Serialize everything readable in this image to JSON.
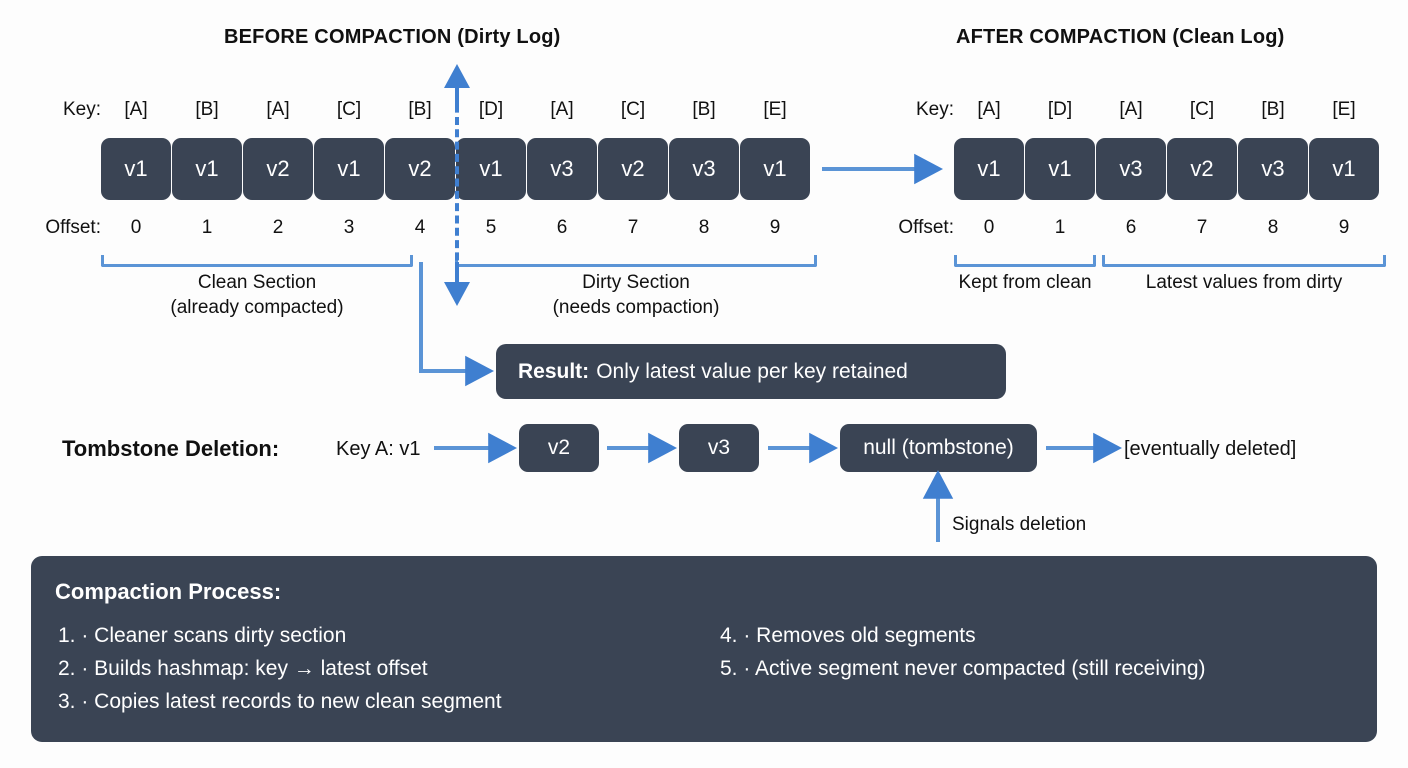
{
  "before": {
    "title": "BEFORE COMPACTION (Dirty Log)",
    "key_label": "Key:",
    "offset_label": "Offset:",
    "records": [
      {
        "key": "[A]",
        "value": "v1",
        "offset": "0"
      },
      {
        "key": "[B]",
        "value": "v1",
        "offset": "1"
      },
      {
        "key": "[A]",
        "value": "v2",
        "offset": "2"
      },
      {
        "key": "[C]",
        "value": "v1",
        "offset": "3"
      },
      {
        "key": "[B]",
        "value": "v2",
        "offset": "4"
      },
      {
        "key": "[D]",
        "value": "v1",
        "offset": "5"
      },
      {
        "key": "[A]",
        "value": "v3",
        "offset": "6"
      },
      {
        "key": "[C]",
        "value": "v2",
        "offset": "7"
      },
      {
        "key": "[B]",
        "value": "v3",
        "offset": "8"
      },
      {
        "key": "[E]",
        "value": "v1",
        "offset": "9"
      }
    ],
    "clean_caption_line1": "Clean Section",
    "clean_caption_line2": "(already compacted)",
    "dirty_caption_line1": "Dirty Section",
    "dirty_caption_line2": "(needs compaction)"
  },
  "after": {
    "title": "AFTER COMPACTION (Clean Log)",
    "key_label": "Key:",
    "offset_label": "Offset:",
    "records": [
      {
        "key": "[A]",
        "value": "v1",
        "offset": "0"
      },
      {
        "key": "[D]",
        "value": "v1",
        "offset": "1"
      },
      {
        "key": "[A]",
        "value": "v3",
        "offset": "6"
      },
      {
        "key": "[C]",
        "value": "v2",
        "offset": "7"
      },
      {
        "key": "[B]",
        "value": "v3",
        "offset": "8"
      },
      {
        "key": "[E]",
        "value": "v1",
        "offset": "9"
      }
    ],
    "kept_caption": "Kept from clean",
    "latest_caption": "Latest values from dirty"
  },
  "result": {
    "label": "Result:",
    "text": "Only latest value per key retained"
  },
  "tombstone": {
    "heading": "Tombstone Deletion:",
    "start": "Key A: v1",
    "steps": [
      "v2",
      "v3",
      "null (tombstone)"
    ],
    "end": "[eventually deleted]",
    "annotation": "Signals deletion"
  },
  "process": {
    "title": "Compaction Process:",
    "left_steps": [
      "1. · Cleaner scans dirty section",
      "2. · Builds hashmap: key → latest offset",
      "3. · Copies latest records to new clean segment"
    ],
    "right_steps": [
      "4. · Removes old segments",
      "5. · Active segment never compacted (still receiving)"
    ]
  },
  "colors": {
    "box_dark": "#3a4454",
    "accent_blue": "#5b94d6",
    "divider_blue": "#3f7fd0",
    "background": "#fdfdfd",
    "text": "#111111"
  }
}
